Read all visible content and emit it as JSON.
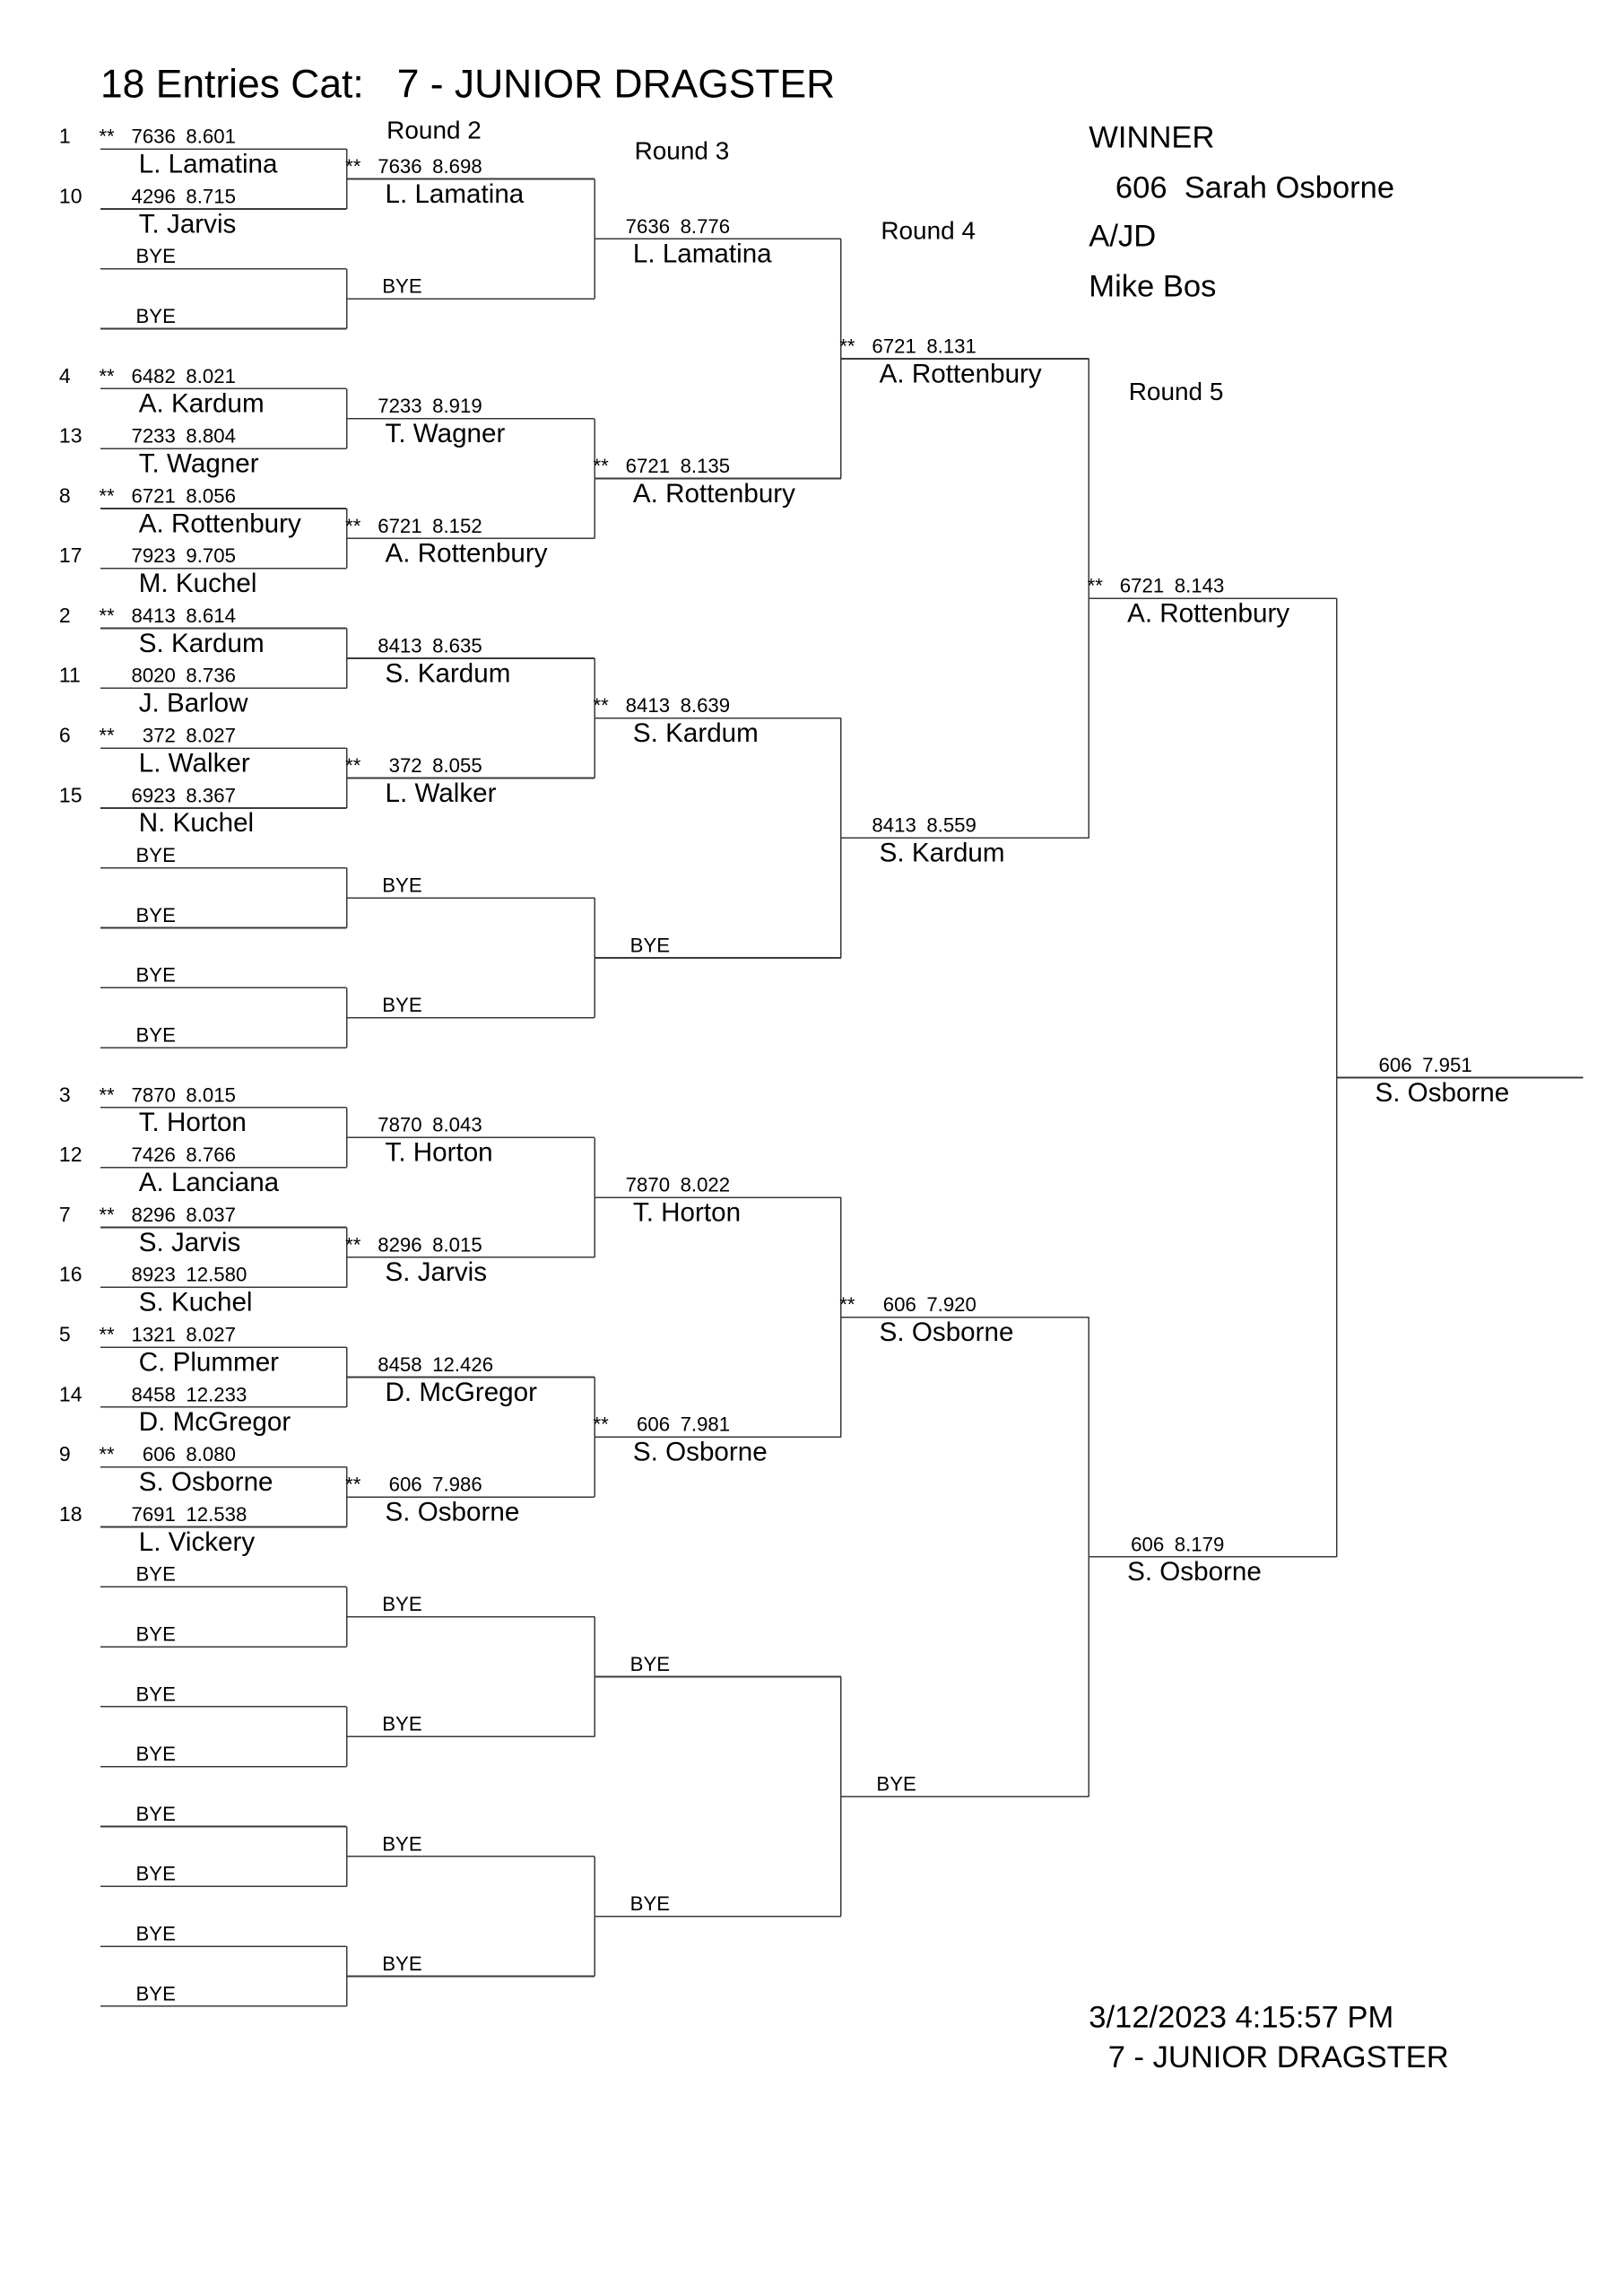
{
  "title": "18 Entries Cat:   7 - JUNIOR DRAGSTER",
  "round_labels": {
    "r2": "Round 2",
    "r3": "Round 3",
    "r4": "Round 4",
    "r5": "Round 5"
  },
  "winner": {
    "heading": "WINNER",
    "entry": "606  Sarah Osborne",
    "class": "A/JD",
    "official": "Mike Bos"
  },
  "footer": {
    "timestamp": "3/12/2023 4:15:57 PM",
    "category": "7 - JUNIOR DRAGSTER"
  },
  "bracket": {
    "round1": [
      {
        "seed": "1",
        "mark": "**",
        "car": "7636",
        "et": "8.601",
        "name": "L. Lamatina"
      },
      {
        "seed": "10",
        "car": "4296",
        "et": "8.715",
        "name": "T. Jarvis"
      },
      {
        "bye": "BYE"
      },
      {
        "bye": "BYE"
      },
      {
        "seed": "4",
        "mark": "**",
        "car": "6482",
        "et": "8.021",
        "name": "A. Kardum"
      },
      {
        "seed": "13",
        "car": "7233",
        "et": "8.804",
        "name": "T. Wagner"
      },
      {
        "seed": "8",
        "mark": "**",
        "car": "6721",
        "et": "8.056",
        "name": "A. Rottenbury"
      },
      {
        "seed": "17",
        "car": "7923",
        "et": "9.705",
        "name": "M. Kuchel"
      },
      {
        "seed": "2",
        "mark": "**",
        "car": "8413",
        "et": "8.614",
        "name": "S. Kardum"
      },
      {
        "seed": "11",
        "car": "8020",
        "et": "8.736",
        "name": "J. Barlow"
      },
      {
        "seed": "6",
        "mark": "**",
        "car": "372",
        "et": "8.027",
        "name": "L. Walker"
      },
      {
        "seed": "15",
        "car": "6923",
        "et": "8.367",
        "name": "N. Kuchel"
      },
      {
        "bye": "BYE"
      },
      {
        "bye": "BYE"
      },
      {
        "bye": "BYE"
      },
      {
        "bye": "BYE"
      },
      {
        "seed": "3",
        "mark": "**",
        "car": "7870",
        "et": "8.015",
        "name": "T. Horton"
      },
      {
        "seed": "12",
        "car": "7426",
        "et": "8.766",
        "name": "A. Lanciana"
      },
      {
        "seed": "7",
        "mark": "**",
        "car": "8296",
        "et": "8.037",
        "name": "S. Jarvis"
      },
      {
        "seed": "16",
        "car": "8923",
        "et": "12.580",
        "name": "S. Kuchel"
      },
      {
        "seed": "5",
        "mark": "**",
        "car": "1321",
        "et": "8.027",
        "name": "C. Plummer"
      },
      {
        "seed": "14",
        "car": "8458",
        "et": "12.233",
        "name": "D. McGregor"
      },
      {
        "seed": "9",
        "mark": "**",
        "car": "606",
        "et": "8.080",
        "name": "S. Osborne"
      },
      {
        "seed": "18",
        "car": "7691",
        "et": "12.538",
        "name": "L. Vickery"
      },
      {
        "bye": "BYE"
      },
      {
        "bye": "BYE"
      },
      {
        "bye": "BYE"
      },
      {
        "bye": "BYE"
      },
      {
        "bye": "BYE"
      },
      {
        "bye": "BYE"
      },
      {
        "bye": "BYE"
      },
      {
        "bye": "BYE"
      }
    ],
    "round2": [
      {
        "mark": "**",
        "car": "7636",
        "et": "8.698",
        "name": "L. Lamatina"
      },
      {
        "bye": "BYE"
      },
      {
        "car": "7233",
        "et": "8.919",
        "name": "T. Wagner"
      },
      {
        "mark": "**",
        "car": "6721",
        "et": "8.152",
        "name": "A. Rottenbury"
      },
      {
        "car": "8413",
        "et": "8.635",
        "name": "S. Kardum"
      },
      {
        "mark": "**",
        "car": "372",
        "et": "8.055",
        "name": "L. Walker"
      },
      {
        "bye": "BYE"
      },
      {
        "bye": "BYE"
      },
      {
        "car": "7870",
        "et": "8.043",
        "name": "T. Horton"
      },
      {
        "mark": "**",
        "car": "8296",
        "et": "8.015",
        "name": "S. Jarvis"
      },
      {
        "car": "8458",
        "et": "12.426",
        "name": "D. McGregor"
      },
      {
        "mark": "**",
        "car": "606",
        "et": "7.986",
        "name": "S. Osborne"
      },
      {
        "bye": "BYE"
      },
      {
        "bye": "BYE"
      },
      {
        "bye": "BYE"
      },
      {
        "bye": "BYE"
      }
    ],
    "round3": [
      {
        "car": "7636",
        "et": "8.776",
        "name": "L. Lamatina"
      },
      {
        "mark": "**",
        "car": "6721",
        "et": "8.135",
        "name": "A. Rottenbury"
      },
      {
        "mark": "**",
        "car": "8413",
        "et": "8.639",
        "name": "S. Kardum"
      },
      {
        "bye": "BYE"
      },
      {
        "car": "7870",
        "et": "8.022",
        "name": "T. Horton"
      },
      {
        "mark": "**",
        "car": "606",
        "et": "7.981",
        "name": "S. Osborne"
      },
      {
        "bye": "BYE"
      },
      {
        "bye": "BYE"
      }
    ],
    "round4": [
      {
        "mark": "**",
        "car": "6721",
        "et": "8.131",
        "name": "A. Rottenbury"
      },
      {
        "car": "8413",
        "et": "8.559",
        "name": "S. Kardum"
      },
      {
        "mark": "**",
        "car": "606",
        "et": "7.920",
        "name": "S. Osborne"
      },
      {
        "bye": "BYE"
      }
    ],
    "round5": [
      {
        "mark": "**",
        "car": "6721",
        "et": "8.143",
        "name": "A. Rottenbury"
      },
      {
        "car": "606",
        "et": "8.179",
        "name": "S. Osborne"
      }
    ],
    "final": [
      {
        "car": "606",
        "et": "7.951",
        "name": "S. Osborne"
      }
    ]
  }
}
